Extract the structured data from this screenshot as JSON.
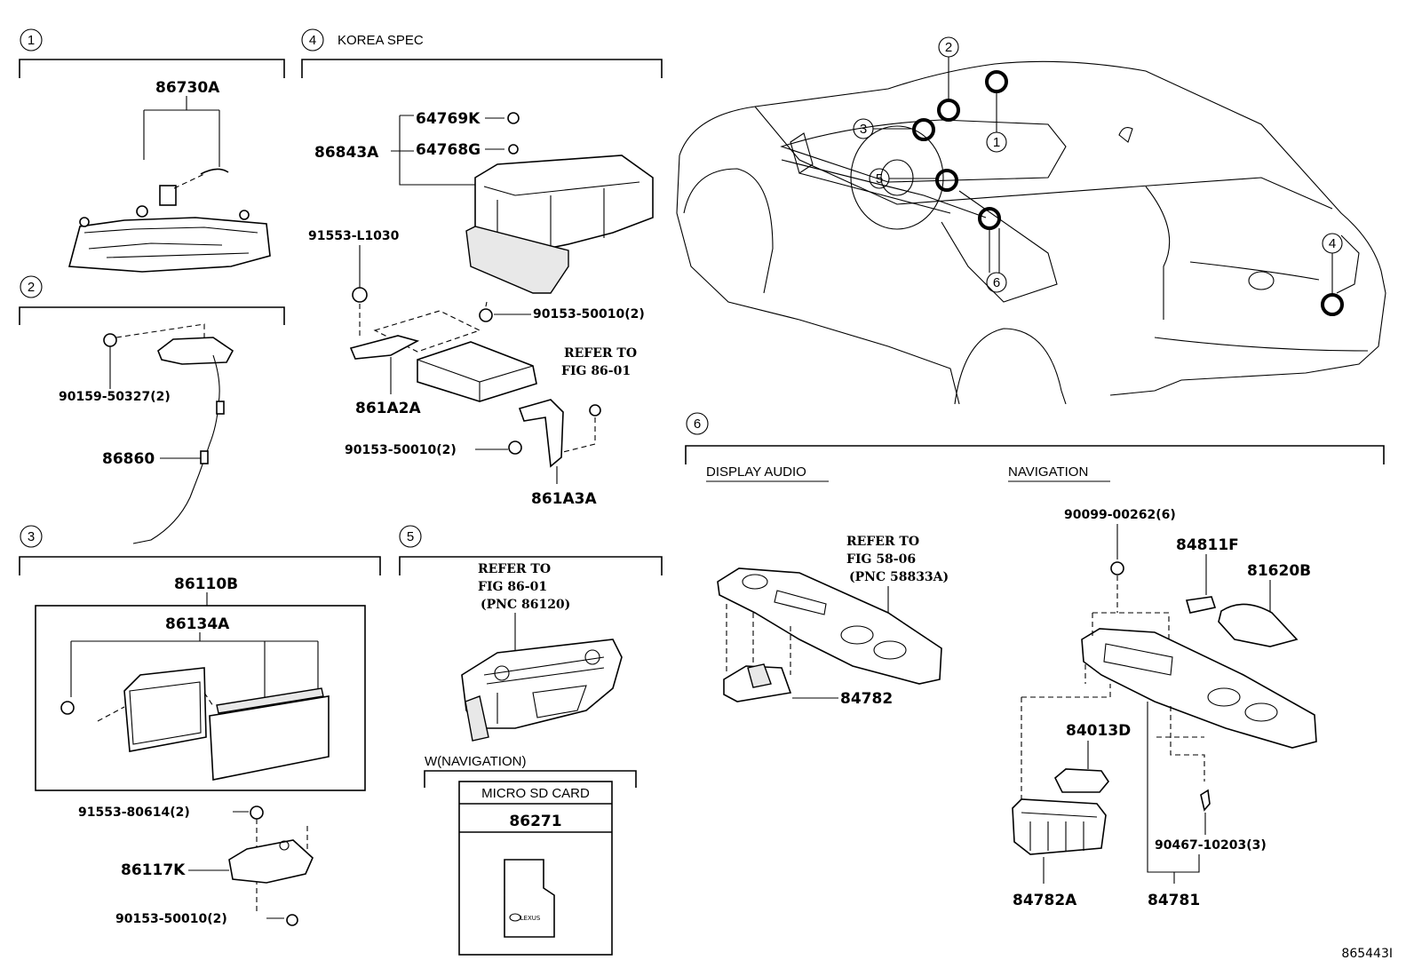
{
  "sections": {
    "s1": {
      "num": "1"
    },
    "s2": {
      "num": "2"
    },
    "s3": {
      "num": "3"
    },
    "s4": {
      "num": "4",
      "title": "KOREA SPEC"
    },
    "s5": {
      "num": "5"
    },
    "s6": {
      "num": "6",
      "display_audio": "DISPLAY AUDIO",
      "navigation": "NAVIGATION"
    }
  },
  "parts": {
    "p86730A": "86730A",
    "p90159": "90159-50327(2)",
    "p86860": "86860",
    "p86110B": "86110B",
    "p86134A": "86134A",
    "p91553_80614": "91553-80614(2)",
    "p86117K": "86117K",
    "p90153_s3": "90153-50010(2)",
    "p64769K": "64769K",
    "p64768G": "64768G",
    "p86843A": "86843A",
    "p91553_L1030": "91553-L1030",
    "p90153_a": "90153-50010(2)",
    "p861A2A": "861A2A",
    "p90153_b": "90153-50010(2)",
    "p861A3A": "861A3A",
    "p86271": "86271",
    "p84782": "84782",
    "p90099": "90099-00262(6)",
    "p84811F": "84811F",
    "p81620B": "81620B",
    "p84013D": "84013D",
    "p90467": "90467-10203(3)",
    "p84782A": "84782A",
    "p84781": "84781"
  },
  "refs": {
    "r4": [
      "REFER TO",
      "FIG 86-01"
    ],
    "r5": [
      "REFER TO",
      "FIG 86-01",
      "(PNC 86120)"
    ],
    "r6": [
      "REFER TO",
      "FIG 58-06",
      "(PNC 58833A)"
    ]
  },
  "wnav": {
    "label": "W(NAVIGATION)",
    "card_title": "MICRO SD CARD",
    "logo": "LEXUS"
  },
  "car_callouts": [
    "1",
    "2",
    "3",
    "4",
    "5",
    "6"
  ],
  "diagram_id": "865443I"
}
